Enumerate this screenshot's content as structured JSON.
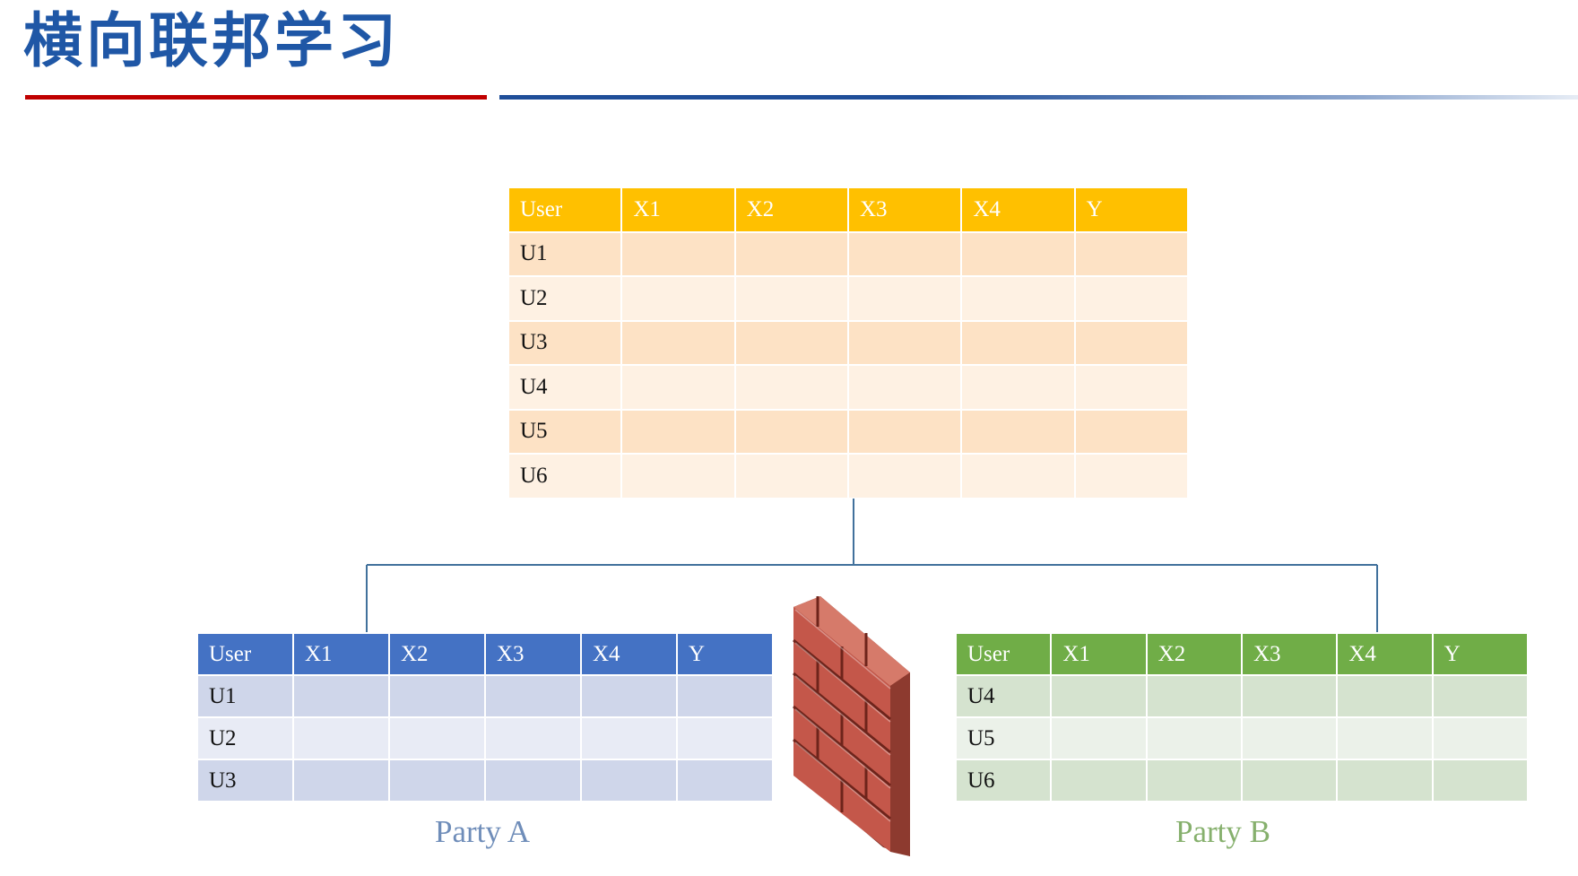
{
  "slide": {
    "title": "横向联邦学习"
  },
  "columns": [
    "User",
    "X1",
    "X2",
    "X3",
    "X4",
    "Y"
  ],
  "center_table": {
    "users": [
      "U1",
      "U2",
      "U3",
      "U4",
      "U5",
      "U6"
    ]
  },
  "party_a": {
    "label": "Party A",
    "users": [
      "U1",
      "U2",
      "U3"
    ]
  },
  "party_b": {
    "label": "Party B",
    "users": [
      "U4",
      "U5",
      "U6"
    ]
  },
  "colors": {
    "title": "#1f57a6",
    "center_header": "#ffc000",
    "party_a_header": "#4472c4",
    "party_b_header": "#70ad47",
    "party_a_label": "#6f8db9",
    "party_b_label": "#86b06d",
    "connector": "#41719c",
    "brick": "#c0504d"
  }
}
